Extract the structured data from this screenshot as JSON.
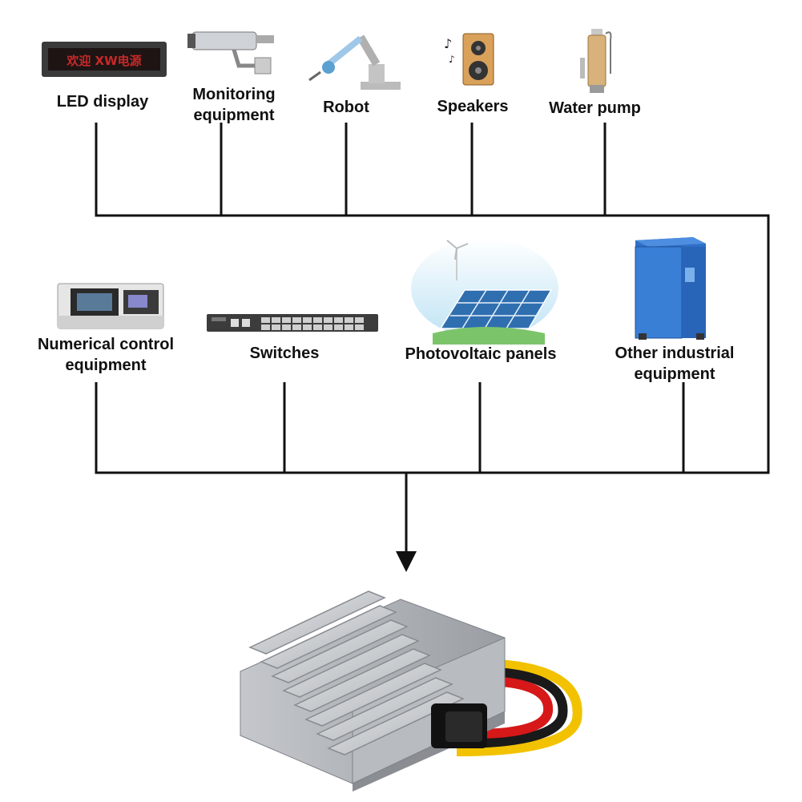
{
  "top_row": [
    {
      "id": "led",
      "label": "LED display",
      "icon": "led-display-icon",
      "screen_text": "欢迎 XW电源"
    },
    {
      "id": "monitor",
      "label_line1": "Monitoring",
      "label_line2": "equipment",
      "icon": "security-camera-icon"
    },
    {
      "id": "robot",
      "label": "Robot",
      "icon": "robot-arm-icon"
    },
    {
      "id": "speakers",
      "label": "Speakers",
      "icon": "speaker-icon"
    },
    {
      "id": "pump",
      "label": "Water pump",
      "icon": "water-pump-icon"
    }
  ],
  "middle_row": [
    {
      "id": "cnc",
      "label_line1": "Numerical control",
      "label_line2": "equipment",
      "icon": "cnc-machine-icon"
    },
    {
      "id": "switches",
      "label": "Switches",
      "icon": "network-switch-icon"
    },
    {
      "id": "pv",
      "label": "Photovoltaic panels",
      "icon": "solar-panel-icon"
    },
    {
      "id": "industrial",
      "label_line1": "Other industrial",
      "label_line2": "equipment",
      "icon": "industrial-cabinet-icon"
    }
  ],
  "product": {
    "icon": "dc-converter-icon"
  },
  "colors": {
    "wire": "#111111",
    "aluminum": "#c9ccd0",
    "cable_red": "#d61818",
    "cable_yellow": "#f2c200",
    "cable_black": "#1a1a1a"
  }
}
